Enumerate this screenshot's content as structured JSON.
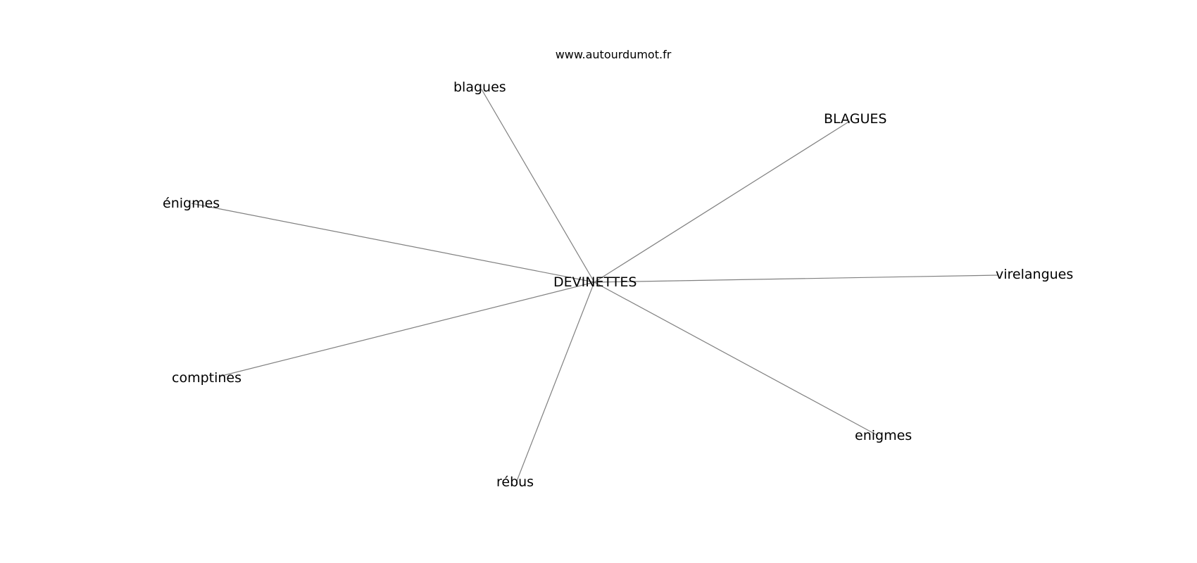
{
  "header": {
    "site": "www.autourdumot.fr"
  },
  "graph": {
    "center": "DEVINETTES",
    "nodes": [
      {
        "id": "center",
        "label": "DEVINETTES"
      },
      {
        "id": "blagues",
        "label": "blagues"
      },
      {
        "id": "BLAGUES",
        "label": "BLAGUES"
      },
      {
        "id": "enigmes-accent",
        "label": "énigmes"
      },
      {
        "id": "virelangues",
        "label": "virelangues"
      },
      {
        "id": "comptines",
        "label": "comptines"
      },
      {
        "id": "enigmes",
        "label": "enigmes"
      },
      {
        "id": "rebus",
        "label": "rébus"
      }
    ],
    "edges": [
      {
        "from": "center",
        "to": "blagues"
      },
      {
        "from": "center",
        "to": "BLAGUES"
      },
      {
        "from": "center",
        "to": "enigmes-accent"
      },
      {
        "from": "center",
        "to": "virelangues"
      },
      {
        "from": "center",
        "to": "comptines"
      },
      {
        "from": "center",
        "to": "enigmes"
      },
      {
        "from": "center",
        "to": "rebus"
      }
    ]
  },
  "colors": {
    "edge": "#808080",
    "text": "#000000",
    "background": "#ffffff"
  }
}
